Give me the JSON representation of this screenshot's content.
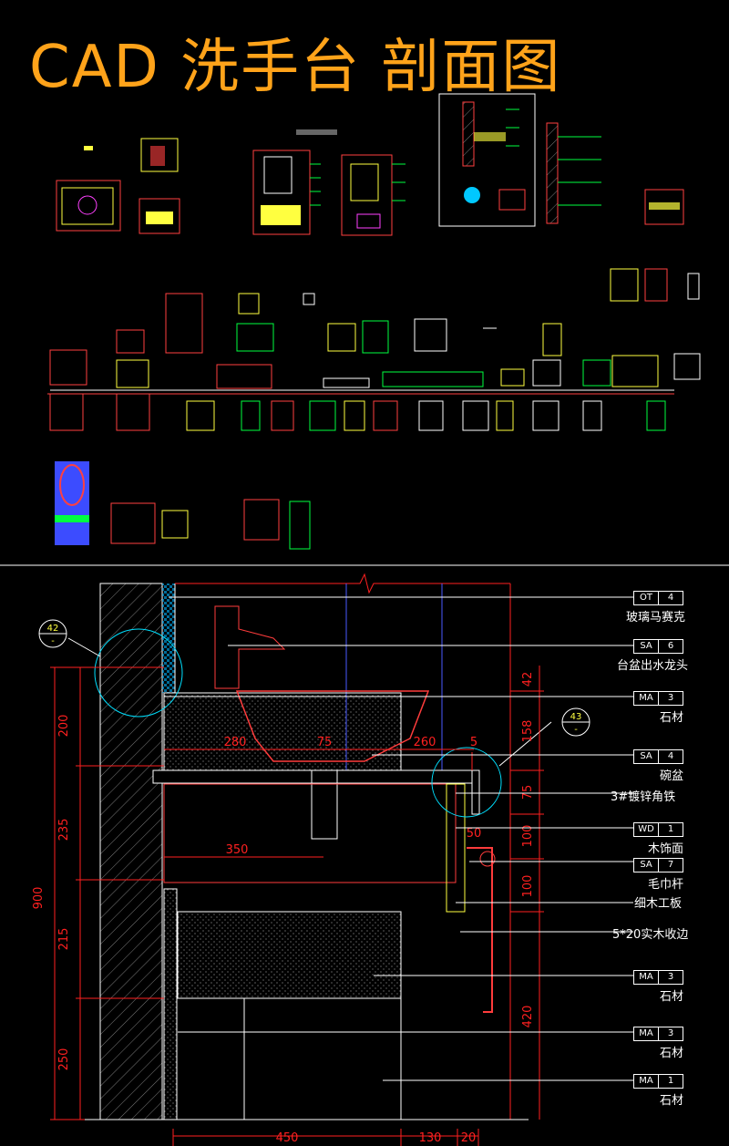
{
  "title": "CAD  洗手台  剖面图",
  "dims_left": [
    "200",
    "235",
    "215",
    "250",
    "900"
  ],
  "dims_right": [
    "42",
    "158",
    "75",
    "100",
    "100",
    "420"
  ],
  "dims_top": [
    "280",
    "75",
    "260",
    "5",
    "50"
  ],
  "dims_inner": [
    "350"
  ],
  "dims_bottom": [
    "450",
    "130",
    "20"
  ],
  "detail_callouts": [
    {
      "num": "42",
      "sub": "-"
    },
    {
      "num": "43",
      "sub": "-"
    }
  ],
  "tags": [
    {
      "code": "OT",
      "num": "4",
      "label": "玻璃马赛克"
    },
    {
      "code": "SA",
      "num": "6",
      "label": "台盆出水龙头"
    },
    {
      "code": "MA",
      "num": "3",
      "label": "石材"
    },
    {
      "code": "SA",
      "num": "4",
      "label": "碗盆"
    },
    {
      "code": "",
      "num": "",
      "label": "3#镀锌角铁"
    },
    {
      "code": "WD",
      "num": "1",
      "label": "木饰面"
    },
    {
      "code": "SA",
      "num": "7",
      "label": "毛巾杆"
    },
    {
      "code": "",
      "num": "",
      "label": "细木工板"
    },
    {
      "code": "",
      "num": "",
      "label": "5*20实木收边"
    },
    {
      "code": "MA",
      "num": "3",
      "label": "石材"
    },
    {
      "code": "MA",
      "num": "3",
      "label": "石材"
    },
    {
      "code": "MA",
      "num": "1",
      "label": "石材"
    }
  ],
  "colors": {
    "title": "#ffa31a",
    "dim": "#ff2020",
    "lines": "#ffffff",
    "hatch": "#00c8ff",
    "stone": "#ffff40",
    "sink": "#ff3c3c"
  }
}
